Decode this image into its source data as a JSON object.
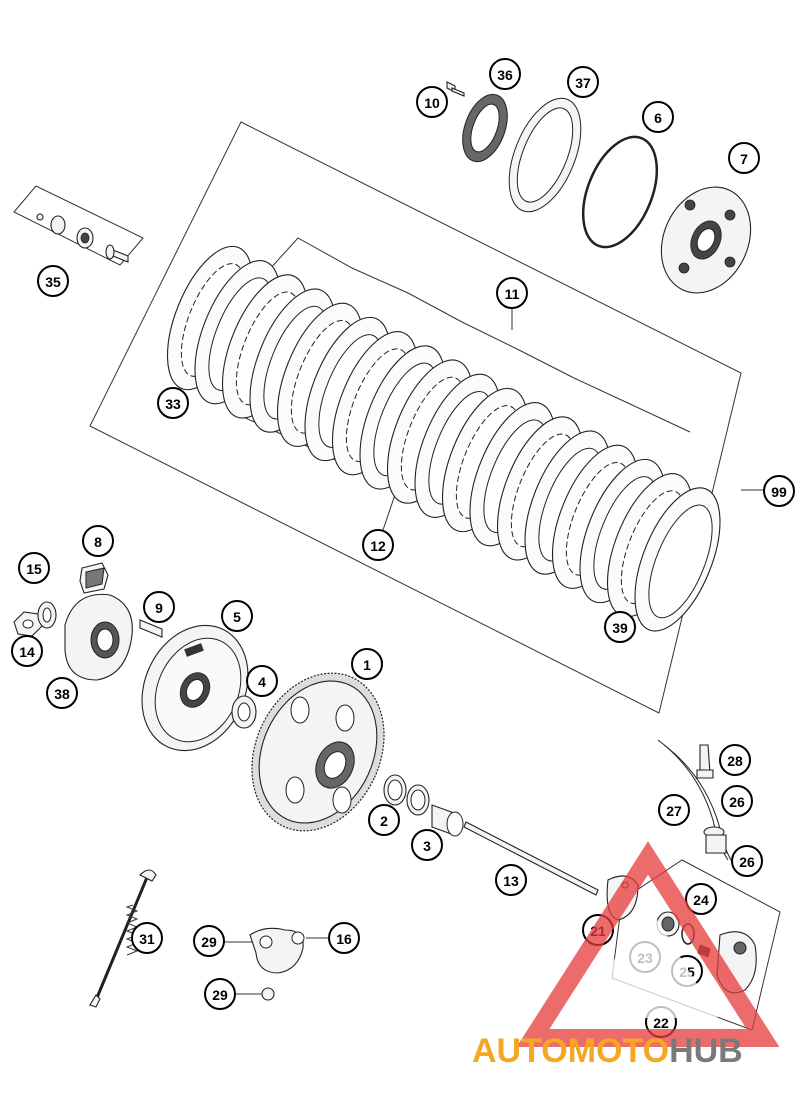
{
  "diagram": {
    "callouts": [
      {
        "id": "c10",
        "label": "10"
      },
      {
        "id": "c36",
        "label": "36"
      },
      {
        "id": "c37",
        "label": "37"
      },
      {
        "id": "c6",
        "label": "6"
      },
      {
        "id": "c7",
        "label": "7"
      },
      {
        "id": "c35",
        "label": "35"
      },
      {
        "id": "c11",
        "label": "11"
      },
      {
        "id": "c33",
        "label": "33"
      },
      {
        "id": "c99",
        "label": "99"
      },
      {
        "id": "c12",
        "label": "12"
      },
      {
        "id": "c39",
        "label": "39"
      },
      {
        "id": "c8",
        "label": "8"
      },
      {
        "id": "c15",
        "label": "15"
      },
      {
        "id": "c9",
        "label": "9"
      },
      {
        "id": "c5",
        "label": "5"
      },
      {
        "id": "c14",
        "label": "14"
      },
      {
        "id": "c38",
        "label": "38"
      },
      {
        "id": "c4",
        "label": "4"
      },
      {
        "id": "c1",
        "label": "1"
      },
      {
        "id": "c28",
        "label": "28"
      },
      {
        "id": "c2",
        "label": "2"
      },
      {
        "id": "c27",
        "label": "27"
      },
      {
        "id": "c26a",
        "label": "26"
      },
      {
        "id": "c3",
        "label": "3"
      },
      {
        "id": "c26b",
        "label": "26"
      },
      {
        "id": "c13",
        "label": "13"
      },
      {
        "id": "c24",
        "label": "24"
      },
      {
        "id": "c21",
        "label": "21"
      },
      {
        "id": "c31",
        "label": "31"
      },
      {
        "id": "c29a",
        "label": "29"
      },
      {
        "id": "c16",
        "label": "16"
      },
      {
        "id": "c23",
        "label": "23"
      },
      {
        "id": "c25",
        "label": "25"
      },
      {
        "id": "c29b",
        "label": "29"
      },
      {
        "id": "c22",
        "label": "22"
      }
    ]
  },
  "watermark": {
    "part1": "AUTOMOTO",
    "part2": "HUB",
    "color1": "#f5a623",
    "color2": "#7a7a7a",
    "triangle_color": "#e63a3a"
  }
}
